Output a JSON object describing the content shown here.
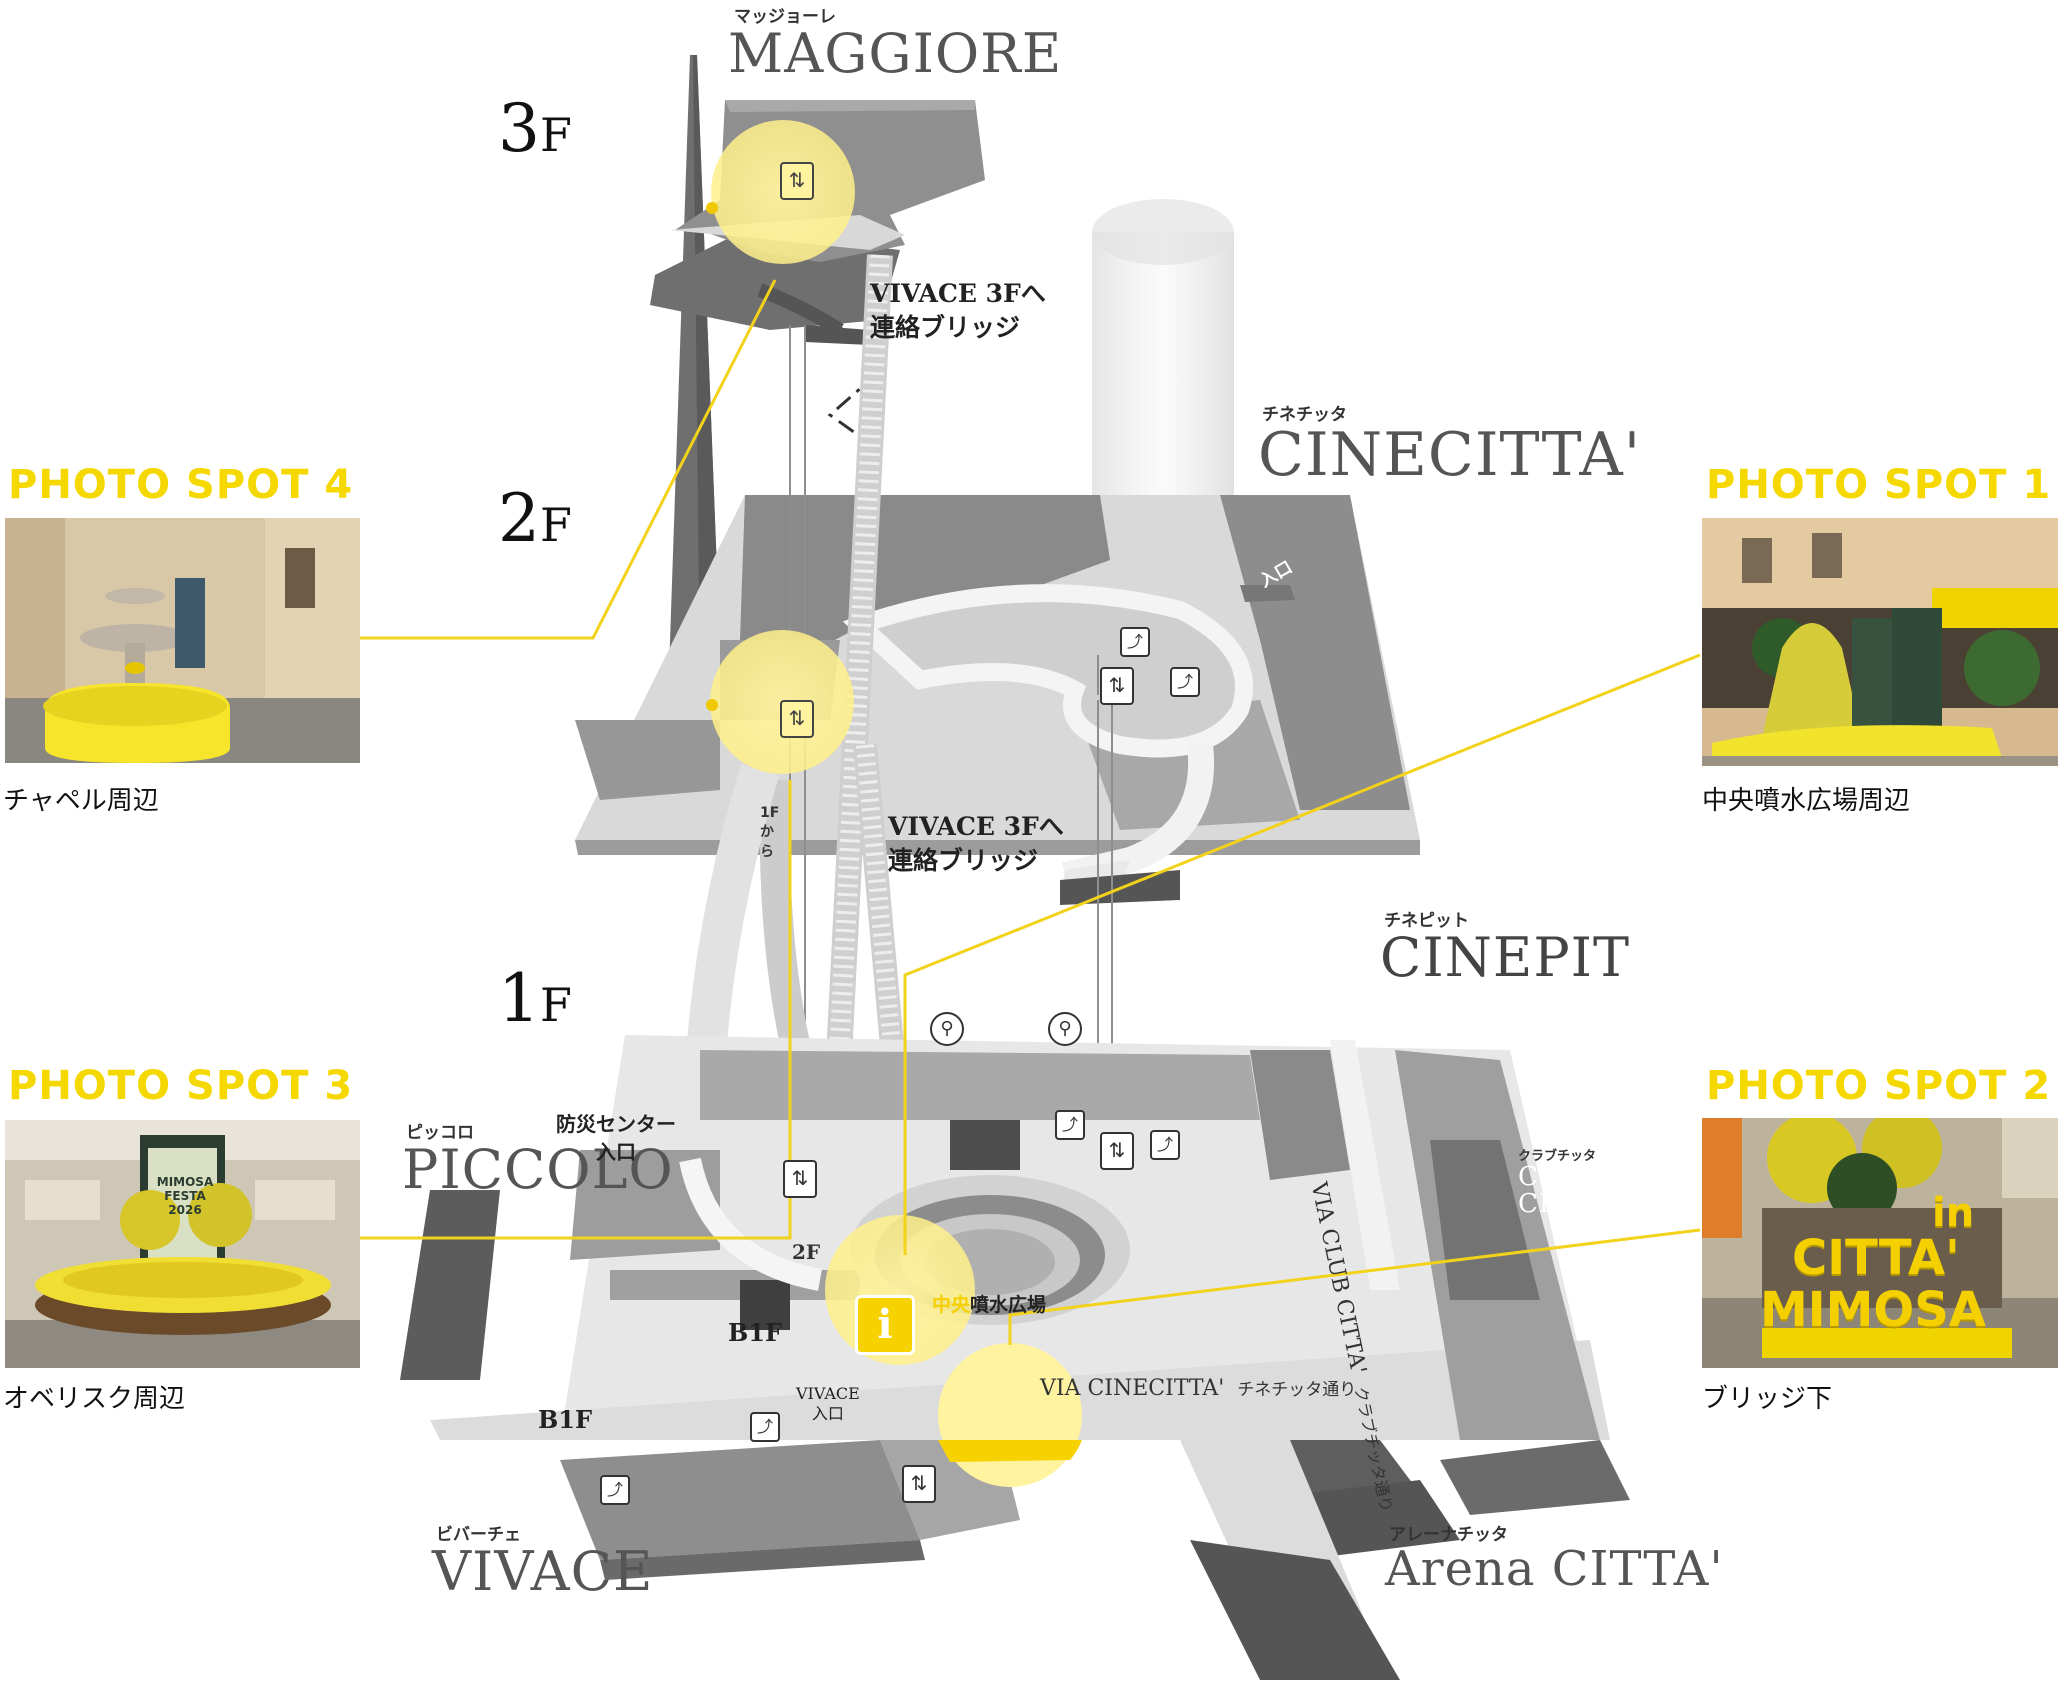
{
  "colors": {
    "accent_yellow": "#f5d800",
    "connector_yellow": "#f2d21a",
    "highlight_yellow": "#fff3a0",
    "dark_gray": "#6d6d6d",
    "mid_gray": "#9a9a9a",
    "light_gray": "#d4d4d4",
    "pale_gray": "#e8e8e8"
  },
  "floors": {
    "f3": {
      "num": "3",
      "unit": "F"
    },
    "f2": {
      "num": "2",
      "unit": "F"
    },
    "f1": {
      "num": "1",
      "unit": "F"
    }
  },
  "buildings": {
    "maggiore": {
      "kana": "マッジョーレ",
      "name": "MAGGIORE"
    },
    "cinecitta": {
      "kana": "チネチッタ",
      "name": "CINECITTA'"
    },
    "cinepit": {
      "kana": "チネピット",
      "name": "CINEPIT"
    },
    "piccolo": {
      "kana": "ピッコロ",
      "name": "PICCOLO"
    },
    "club_citta": {
      "kana": "クラブチッタ",
      "name": "CLUB CITTA'"
    },
    "vivace": {
      "kana": "ビバーチェ",
      "name": "VIVACE"
    },
    "arena_citta": {
      "kana": "アレーナチッタ",
      "name": "Arena CITTA'"
    }
  },
  "labels": {
    "bridge_3f_top_line1": "VIVACE 3Fへ",
    "bridge_3f_top_line2": "連絡ブリッジ",
    "bridge_3f_mid_line1": "VIVACE 3Fへ",
    "bridge_3f_mid_line2": "連絡ブリッジ",
    "entrance": "入口",
    "from_1f": "1Fから",
    "disaster_center_line1": "防災センター",
    "disaster_center_line2": "入口",
    "to_2f": "2F",
    "b1f_a": "B1F",
    "b1f_b": "B1F",
    "vivace_entrance_line1": "VIVACE",
    "vivace_entrance_line2": "入口",
    "fountain_plaza_a": "中央",
    "fountain_plaza_b": "噴水広場",
    "via_cinecitta": "VIA CINECITTA'",
    "via_cinecitta_kana": "チネチッタ通り",
    "via_club_citta": "VIA CLUB CITTA'",
    "via_club_citta_kana": "クラブチッタ通り"
  },
  "photo_spots": [
    {
      "id": "spot4",
      "title": "PHOTO SPOT 4",
      "caption": "チャペル周辺"
    },
    {
      "id": "spot1",
      "title": "PHOTO SPOT 1",
      "caption": "中央噴水広場周辺"
    },
    {
      "id": "spot3",
      "title": "PHOTO SPOT 3",
      "caption": "オベリスク周辺",
      "poster_line1": "MIMOSA",
      "poster_line2": "FESTA",
      "poster_line3": "2026"
    },
    {
      "id": "spot2",
      "title": "PHOTO SPOT 2",
      "caption": "ブリッジ下",
      "sign_line1": "in",
      "sign_line2": "CITTA'",
      "sign_line3": "MIMOSA"
    }
  ],
  "icons": [
    "elevator-icon",
    "escalator-icon",
    "bicycle-parking-icon",
    "information-icon"
  ]
}
